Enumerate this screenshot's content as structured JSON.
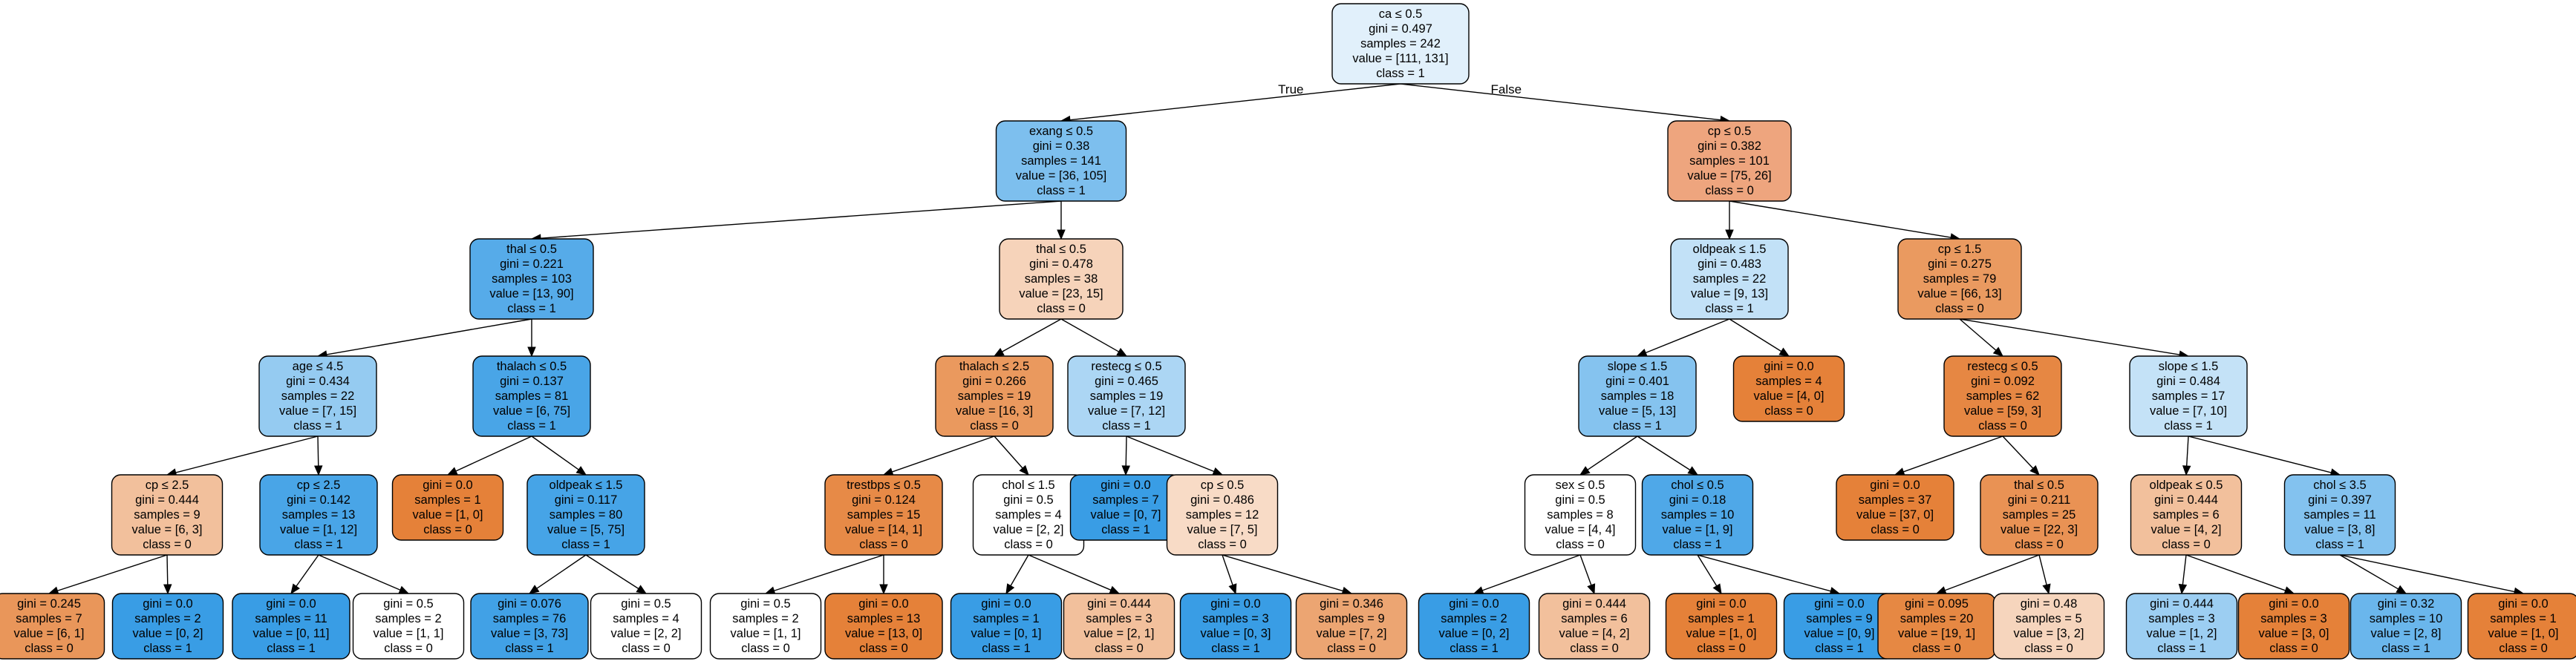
{
  "tree": {
    "nodes": [
      {
        "id": 0,
        "lines": [
          "ca ≤ 0.5",
          "gini = 0.497",
          "samples = 242",
          "value = [111, 131]",
          "class = 1"
        ],
        "fill": "#e1f0fb"
      },
      {
        "id": 1,
        "lines": [
          "exang ≤ 0.5",
          "gini = 0.38",
          "samples = 141",
          "value = [36, 105]",
          "class = 1"
        ],
        "fill": "#7dbfee"
      },
      {
        "id": 2,
        "lines": [
          "cp ≤ 0.5",
          "gini = 0.382",
          "samples = 101",
          "value = [75, 26]",
          "class = 0"
        ],
        "fill": "#eea57e"
      },
      {
        "id": 3,
        "lines": [
          "thal ≤ 0.5",
          "gini = 0.221",
          "samples = 103",
          "value = [13, 90]",
          "class = 1"
        ],
        "fill": "#56abe9"
      },
      {
        "id": 4,
        "lines": [
          "thal ≤ 0.5",
          "gini = 0.478",
          "samples = 38",
          "value = [23, 15]",
          "class = 0"
        ],
        "fill": "#f6d3ba"
      },
      {
        "id": 5,
        "lines": [
          "oldpeak ≤ 1.5",
          "gini = 0.483",
          "samples = 22",
          "value = [9, 13]",
          "class = 1"
        ],
        "fill": "#c2e1f7"
      },
      {
        "id": 6,
        "lines": [
          "cp ≤ 1.5",
          "gini = 0.275",
          "samples = 79",
          "value = [66, 13]",
          "class = 0"
        ],
        "fill": "#ea9a60"
      },
      {
        "id": 7,
        "lines": [
          "age ≤ 4.5",
          "gini = 0.434",
          "samples = 22",
          "value = [7, 15]",
          "class = 1"
        ],
        "fill": "#95cbf1"
      },
      {
        "id": 8,
        "lines": [
          "thalach ≤ 0.5",
          "gini = 0.137",
          "samples = 81",
          "value = [6, 75]",
          "class = 1"
        ],
        "fill": "#49a5e7"
      },
      {
        "id": 9,
        "lines": [
          "thalach ≤ 2.5",
          "gini = 0.266",
          "samples = 19",
          "value = [16, 3]",
          "class = 0"
        ],
        "fill": "#ea995e"
      },
      {
        "id": 10,
        "lines": [
          "restecg ≤ 0.5",
          "gini = 0.465",
          "samples = 19",
          "value = [7, 12]",
          "class = 1"
        ],
        "fill": "#acd6f4"
      },
      {
        "id": 11,
        "lines": [
          "slope ≤ 1.5",
          "gini = 0.401",
          "samples = 18",
          "value = [5, 13]",
          "class = 1"
        ],
        "fill": "#85c3ef"
      },
      {
        "id": 12,
        "lines": [
          "gini = 0.0",
          "samples = 4",
          "value = [4, 0]",
          "class = 0"
        ],
        "fill": "#e58139"
      },
      {
        "id": 13,
        "lines": [
          "restecg ≤ 0.5",
          "gini = 0.092",
          "samples = 62",
          "value = [59, 3]",
          "class = 0"
        ],
        "fill": "#e68743"
      },
      {
        "id": 14,
        "lines": [
          "slope ≤ 1.5",
          "gini = 0.484",
          "samples = 17",
          "value = [7, 10]",
          "class = 1"
        ],
        "fill": "#c4e2f7"
      },
      {
        "id": 15,
        "lines": [
          "cp ≤ 2.5",
          "gini = 0.444",
          "samples = 9",
          "value = [6, 3]",
          "class = 0"
        ],
        "fill": "#f2c09c"
      },
      {
        "id": 16,
        "lines": [
          "cp ≤ 2.5",
          "gini = 0.142",
          "samples = 13",
          "value = [1, 12]",
          "class = 1"
        ],
        "fill": "#49a5e7"
      },
      {
        "id": 17,
        "lines": [
          "gini = 0.0",
          "samples = 1",
          "value = [1, 0]",
          "class = 0"
        ],
        "fill": "#e58139"
      },
      {
        "id": 18,
        "lines": [
          "oldpeak ≤ 1.5",
          "gini = 0.117",
          "samples = 80",
          "value = [5, 75]",
          "class = 1"
        ],
        "fill": "#46a4e7"
      },
      {
        "id": 19,
        "lines": [
          "trestbps ≤ 0.5",
          "gini = 0.124",
          "samples = 15",
          "value = [14, 1]",
          "class = 0"
        ],
        "fill": "#e78a47"
      },
      {
        "id": 20,
        "lines": [
          "chol ≤ 1.5",
          "gini = 0.5",
          "samples = 4",
          "value = [2, 2]",
          "class = 0"
        ],
        "fill": "#ffffff"
      },
      {
        "id": 21,
        "lines": [
          "gini = 0.0",
          "samples = 7",
          "value = [0, 7]",
          "class = 1"
        ],
        "fill": "#399de5"
      },
      {
        "id": 22,
        "lines": [
          "cp ≤ 0.5",
          "gini = 0.486",
          "samples = 12",
          "value = [7, 5]",
          "class = 0"
        ],
        "fill": "#f8dbc6"
      },
      {
        "id": 23,
        "lines": [
          "sex ≤ 0.5",
          "gini = 0.5",
          "samples = 8",
          "value = [4, 4]",
          "class = 0"
        ],
        "fill": "#ffffff"
      },
      {
        "id": 24,
        "lines": [
          "chol ≤ 0.5",
          "gini = 0.18",
          "samples = 10",
          "value = [1, 9]",
          "class = 1"
        ],
        "fill": "#4fa8e8"
      },
      {
        "id": 25,
        "lines": [
          "gini = 0.0",
          "samples = 37",
          "value = [37, 0]",
          "class = 0"
        ],
        "fill": "#e58139"
      },
      {
        "id": 26,
        "lines": [
          "thal ≤ 0.5",
          "gini = 0.211",
          "samples = 25",
          "value = [22, 3]",
          "class = 0"
        ],
        "fill": "#e99254"
      },
      {
        "id": 27,
        "lines": [
          "oldpeak ≤ 0.5",
          "gini = 0.444",
          "samples = 6",
          "value = [4, 2]",
          "class = 0"
        ],
        "fill": "#f2c09c"
      },
      {
        "id": 28,
        "lines": [
          "chol ≤ 3.5",
          "gini = 0.397",
          "samples = 11",
          "value = [3, 8]",
          "class = 1"
        ],
        "fill": "#83c2ef"
      },
      {
        "id": 29,
        "lines": [
          "gini = 0.245",
          "samples = 7",
          "value = [6, 1]",
          "class = 0"
        ],
        "fill": "#e9965a"
      },
      {
        "id": 30,
        "lines": [
          "gini = 0.0",
          "samples = 2",
          "value = [0, 2]",
          "class = 1"
        ],
        "fill": "#399de5"
      },
      {
        "id": 31,
        "lines": [
          "gini = 0.0",
          "samples = 11",
          "value = [0, 11]",
          "class = 1"
        ],
        "fill": "#399de5"
      },
      {
        "id": 32,
        "lines": [
          "gini = 0.5",
          "samples = 2",
          "value = [1, 1]",
          "class = 0"
        ],
        "fill": "#ffffff"
      },
      {
        "id": 33,
        "lines": [
          "gini = 0.076",
          "samples = 76",
          "value = [3, 73]",
          "class = 1"
        ],
        "fill": "#41a1e6"
      },
      {
        "id": 34,
        "lines": [
          "gini = 0.5",
          "samples = 4",
          "value = [2, 2]",
          "class = 0"
        ],
        "fill": "#ffffff"
      },
      {
        "id": 35,
        "lines": [
          "gini = 0.5",
          "samples = 2",
          "value = [1, 1]",
          "class = 0"
        ],
        "fill": "#ffffff"
      },
      {
        "id": 36,
        "lines": [
          "gini = 0.0",
          "samples = 13",
          "value = [13, 0]",
          "class = 0"
        ],
        "fill": "#e58139"
      },
      {
        "id": 37,
        "lines": [
          "gini = 0.0",
          "samples = 1",
          "value = [0, 1]",
          "class = 1"
        ],
        "fill": "#399de5"
      },
      {
        "id": 38,
        "lines": [
          "gini = 0.444",
          "samples = 3",
          "value = [2, 1]",
          "class = 0"
        ],
        "fill": "#f2c09c"
      },
      {
        "id": 39,
        "lines": [
          "gini = 0.0",
          "samples = 3",
          "value = [0, 3]",
          "class = 1"
        ],
        "fill": "#399de5"
      },
      {
        "id": 40,
        "lines": [
          "gini = 0.346",
          "samples = 9",
          "value = [7, 2]",
          "class = 0"
        ],
        "fill": "#eca572"
      },
      {
        "id": 41,
        "lines": [
          "gini = 0.0",
          "samples = 2",
          "value = [0, 2]",
          "class = 1"
        ],
        "fill": "#399de5"
      },
      {
        "id": 42,
        "lines": [
          "gini = 0.444",
          "samples = 6",
          "value = [4, 2]",
          "class = 0"
        ],
        "fill": "#f2c09c"
      },
      {
        "id": 43,
        "lines": [
          "gini = 0.0",
          "samples = 1",
          "value = [1, 0]",
          "class = 0"
        ],
        "fill": "#e58139"
      },
      {
        "id": 44,
        "lines": [
          "gini = 0.0",
          "samples = 9",
          "value = [0, 9]",
          "class = 1"
        ],
        "fill": "#399de5"
      },
      {
        "id": 45,
        "lines": [
          "gini = 0.095",
          "samples = 20",
          "value = [19, 1]",
          "class = 0"
        ],
        "fill": "#e68843"
      },
      {
        "id": 46,
        "lines": [
          "gini = 0.48",
          "samples = 5",
          "value = [3, 2]",
          "class = 0"
        ],
        "fill": "#f6d5bd"
      },
      {
        "id": 47,
        "lines": [
          "gini = 0.444",
          "samples = 3",
          "value = [1, 2]",
          "class = 1"
        ],
        "fill": "#9ccef2"
      },
      {
        "id": 48,
        "lines": [
          "gini = 0.0",
          "samples = 3",
          "value = [3, 0]",
          "class = 0"
        ],
        "fill": "#e58139"
      },
      {
        "id": 49,
        "lines": [
          "gini = 0.32",
          "samples = 10",
          "value = [2, 8]",
          "class = 1"
        ],
        "fill": "#6ab6ec"
      },
      {
        "id": 50,
        "lines": [
          "gini = 0.0",
          "samples = 1",
          "value = [1, 0]",
          "class = 0"
        ],
        "fill": "#e58139"
      }
    ],
    "edges": [
      {
        "from": 0,
        "to": 1,
        "label": "True"
      },
      {
        "from": 0,
        "to": 2,
        "label": "False"
      },
      {
        "from": 1,
        "to": 3
      },
      {
        "from": 1,
        "to": 4
      },
      {
        "from": 2,
        "to": 5
      },
      {
        "from": 2,
        "to": 6
      },
      {
        "from": 3,
        "to": 7
      },
      {
        "from": 3,
        "to": 8
      },
      {
        "from": 4,
        "to": 9
      },
      {
        "from": 4,
        "to": 10
      },
      {
        "from": 5,
        "to": 11
      },
      {
        "from": 5,
        "to": 12
      },
      {
        "from": 6,
        "to": 13
      },
      {
        "from": 6,
        "to": 14
      },
      {
        "from": 7,
        "to": 15
      },
      {
        "from": 7,
        "to": 16
      },
      {
        "from": 8,
        "to": 17
      },
      {
        "from": 8,
        "to": 18
      },
      {
        "from": 9,
        "to": 19
      },
      {
        "from": 9,
        "to": 20
      },
      {
        "from": 10,
        "to": 21
      },
      {
        "from": 10,
        "to": 22
      },
      {
        "from": 11,
        "to": 23
      },
      {
        "from": 11,
        "to": 24
      },
      {
        "from": 13,
        "to": 25
      },
      {
        "from": 13,
        "to": 26
      },
      {
        "from": 14,
        "to": 27
      },
      {
        "from": 14,
        "to": 28
      },
      {
        "from": 15,
        "to": 29
      },
      {
        "from": 15,
        "to": 30
      },
      {
        "from": 16,
        "to": 31
      },
      {
        "from": 16,
        "to": 32
      },
      {
        "from": 18,
        "to": 33
      },
      {
        "from": 18,
        "to": 34
      },
      {
        "from": 19,
        "to": 35
      },
      {
        "from": 19,
        "to": 36
      },
      {
        "from": 20,
        "to": 37
      },
      {
        "from": 20,
        "to": 38
      },
      {
        "from": 22,
        "to": 39
      },
      {
        "from": 22,
        "to": 40
      },
      {
        "from": 23,
        "to": 41
      },
      {
        "from": 23,
        "to": 42
      },
      {
        "from": 24,
        "to": 43
      },
      {
        "from": 24,
        "to": 44
      },
      {
        "from": 26,
        "to": 45
      },
      {
        "from": 26,
        "to": 46
      },
      {
        "from": 27,
        "to": 47
      },
      {
        "from": 27,
        "to": 48
      },
      {
        "from": 28,
        "to": 49
      },
      {
        "from": 28,
        "to": 50
      }
    ]
  }
}
